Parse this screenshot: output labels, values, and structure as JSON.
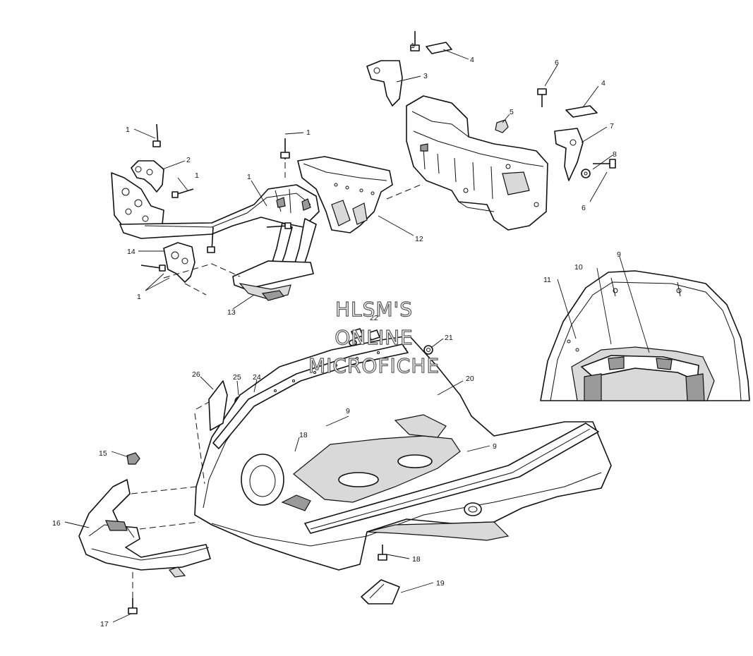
{
  "watermark": {
    "line1": "HLSM'S",
    "line2": "ONLINE",
    "line3": "MICROFICHE"
  },
  "callouts": [
    {
      "id": "c1a",
      "label": "1"
    },
    {
      "id": "c1b",
      "label": "1"
    },
    {
      "id": "c1c",
      "label": "1"
    },
    {
      "id": "c1d",
      "label": "1"
    },
    {
      "id": "c1e",
      "label": "1"
    },
    {
      "id": "c1f",
      "label": "1"
    },
    {
      "id": "c2",
      "label": "2"
    },
    {
      "id": "c3",
      "label": "3"
    },
    {
      "id": "c4a",
      "label": "4"
    },
    {
      "id": "c4b",
      "label": "4"
    },
    {
      "id": "c5",
      "label": "5"
    },
    {
      "id": "c6a",
      "label": "6"
    },
    {
      "id": "c6b",
      "label": "6"
    },
    {
      "id": "c7",
      "label": "7"
    },
    {
      "id": "c8",
      "label": "8"
    },
    {
      "id": "c9a",
      "label": "9"
    },
    {
      "id": "c9b",
      "label": "9"
    },
    {
      "id": "c9c",
      "label": "9"
    },
    {
      "id": "c10",
      "label": "10"
    },
    {
      "id": "c11",
      "label": "11"
    },
    {
      "id": "c12",
      "label": "12"
    },
    {
      "id": "c13",
      "label": "13"
    },
    {
      "id": "c14",
      "label": "14"
    },
    {
      "id": "c15",
      "label": "15"
    },
    {
      "id": "c16",
      "label": "16"
    },
    {
      "id": "c17",
      "label": "17"
    },
    {
      "id": "c18a",
      "label": "18"
    },
    {
      "id": "c18b",
      "label": "18"
    },
    {
      "id": "c19",
      "label": "19"
    },
    {
      "id": "c20",
      "label": "20"
    },
    {
      "id": "c21",
      "label": "21"
    },
    {
      "id": "c22",
      "label": "22"
    },
    {
      "id": "c24",
      "label": "24"
    },
    {
      "id": "c25",
      "label": "25"
    },
    {
      "id": "c26",
      "label": "26"
    }
  ]
}
